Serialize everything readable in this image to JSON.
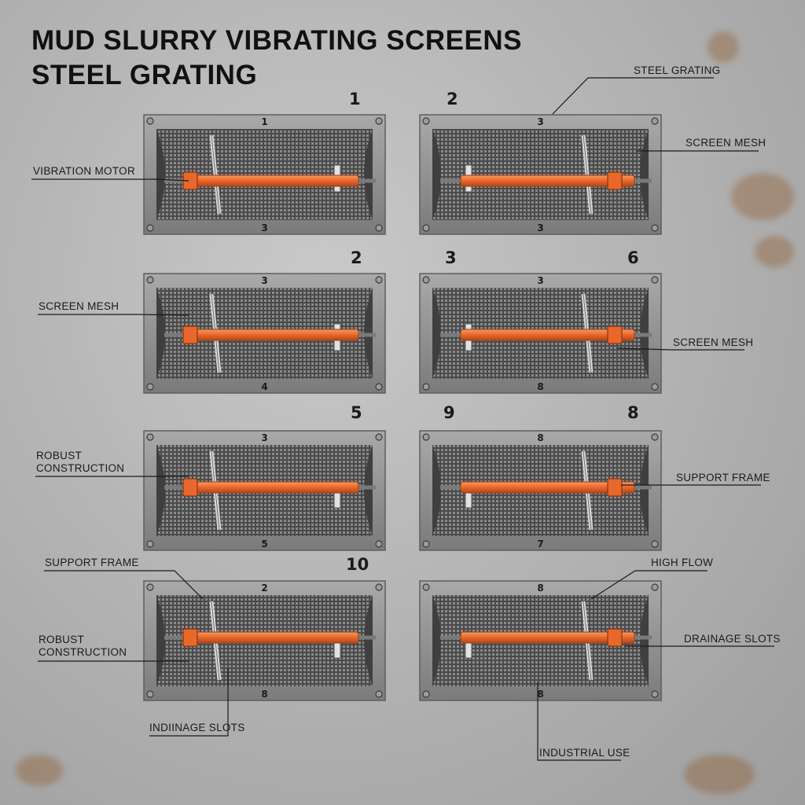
{
  "title": {
    "line1": "MUD SLURRY VIBRATING SCREENS",
    "line2": "STEEL GRATING"
  },
  "colors": {
    "frame": "#8d8d8d",
    "mesh": "#4a4a4a",
    "shaft": "#e8672a",
    "motor": "#e8672a",
    "background": "#b8b8b8"
  },
  "panels": [
    {
      "top_number": "1",
      "bottom_number": "3",
      "motor_side": "left"
    },
    {
      "top_number": "3",
      "bottom_number": "3",
      "motor_side": "right"
    },
    {
      "top_number": "3",
      "bottom_number": "4",
      "motor_side": "left"
    },
    {
      "top_number": "3",
      "bottom_number": "8",
      "motor_side": "right"
    },
    {
      "top_number": "3",
      "bottom_number": "5",
      "motor_side": "left"
    },
    {
      "top_number": "8",
      "bottom_number": "7",
      "motor_side": "right"
    },
    {
      "top_number": "2",
      "bottom_number": "8",
      "motor_side": "left"
    },
    {
      "top_number": "8",
      "bottom_number": "8",
      "motor_side": "right"
    }
  ],
  "row_numbers": [
    "1",
    "2",
    "2",
    "3",
    "6",
    "5",
    "9",
    "8",
    "10"
  ],
  "labels": {
    "vibration_motor": "VIBRATION MOTOR",
    "steel_grating": "STEEL GRATING",
    "screen_mesh_r1": "SCREEN MESH",
    "screen_mesh_l2": "SCREEN MESH",
    "screen_mesh_r2": "SCREEN MESH",
    "robust_construction_l3": "ROBUST\nCONSTRUCTION",
    "support_frame_r3": "SUPPORT FRAME",
    "support_frame_l4": "SUPPORT FRAME",
    "high_flow": "HIGH FLOW",
    "robust_construction_l4": "ROBUST\nCONSTRUCTION",
    "drainage_slots": "DRAINAGE SLOTS",
    "indiinage_slots": "INDIINAGE SLOTS",
    "industrial_use": "INDUSTRIAL USE"
  }
}
